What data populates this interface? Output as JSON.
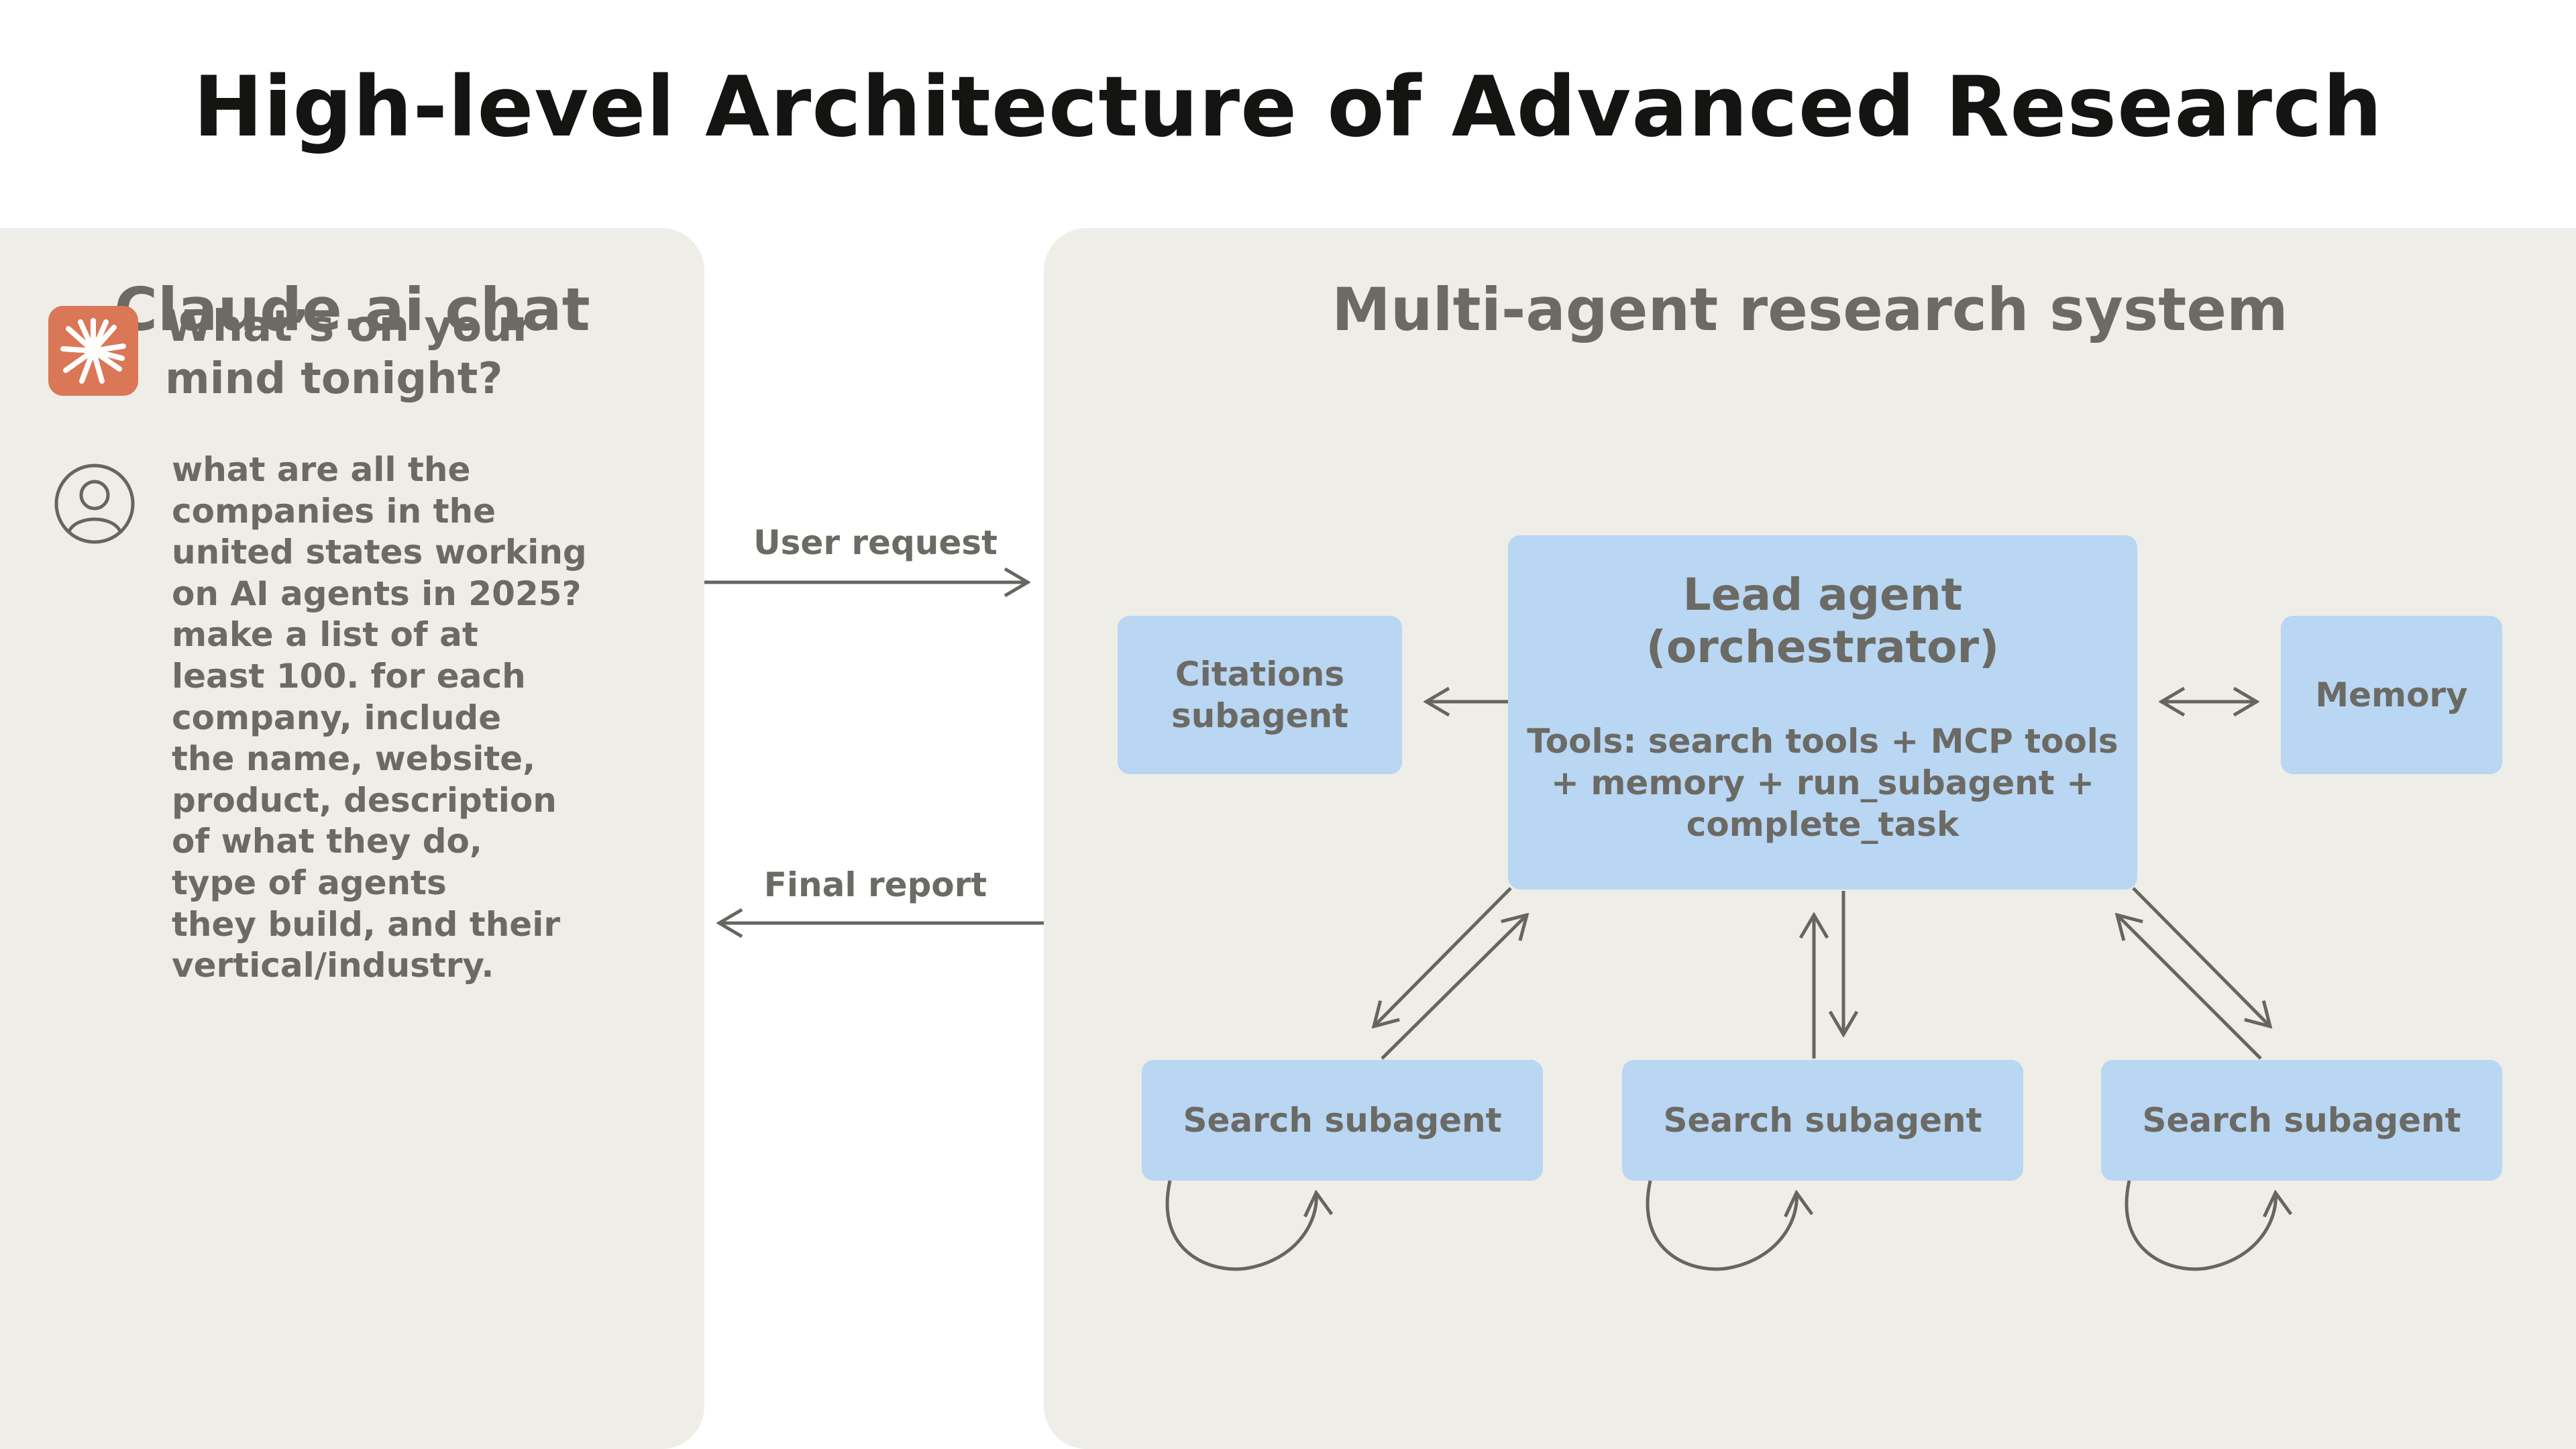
{
  "title": "High-level Architecture of Advanced Research",
  "left_panel": {
    "title": "Claude.ai chat",
    "prompt": "What’s on your\nmind tonight?",
    "logo_icon": "claude-starburst-icon",
    "logo_color": "#d97757",
    "user_icon": "user-avatar-icon",
    "user_message": "what are all the\ncompanies in the\nunited states working\non AI agents in 2025?\nmake a list of at\nleast 100. for each\ncompany, include\nthe name, website,\nproduct, description\nof what they do,\ntype of agents\nthey build, and their\nvertical/industry."
  },
  "right_panel": {
    "title": "Multi-agent research system",
    "lead_agent": {
      "title": "Lead agent\n(orchestrator)",
      "tools": "Tools: search tools + MCP tools\n+ memory + run_subagent +\ncomplete_task"
    },
    "citations_subagent": "Citations\nsubagent",
    "memory": "Memory",
    "search_subagents": [
      "Search subagent",
      "Search subagent",
      "Search subagent"
    ]
  },
  "flows": {
    "user_request": "User request",
    "final_report": "Final report"
  },
  "colors": {
    "panel_background": "#eeede7",
    "box_fill": "#b9d6f2",
    "text": "#6b6a64",
    "arrow": "#66655f"
  }
}
